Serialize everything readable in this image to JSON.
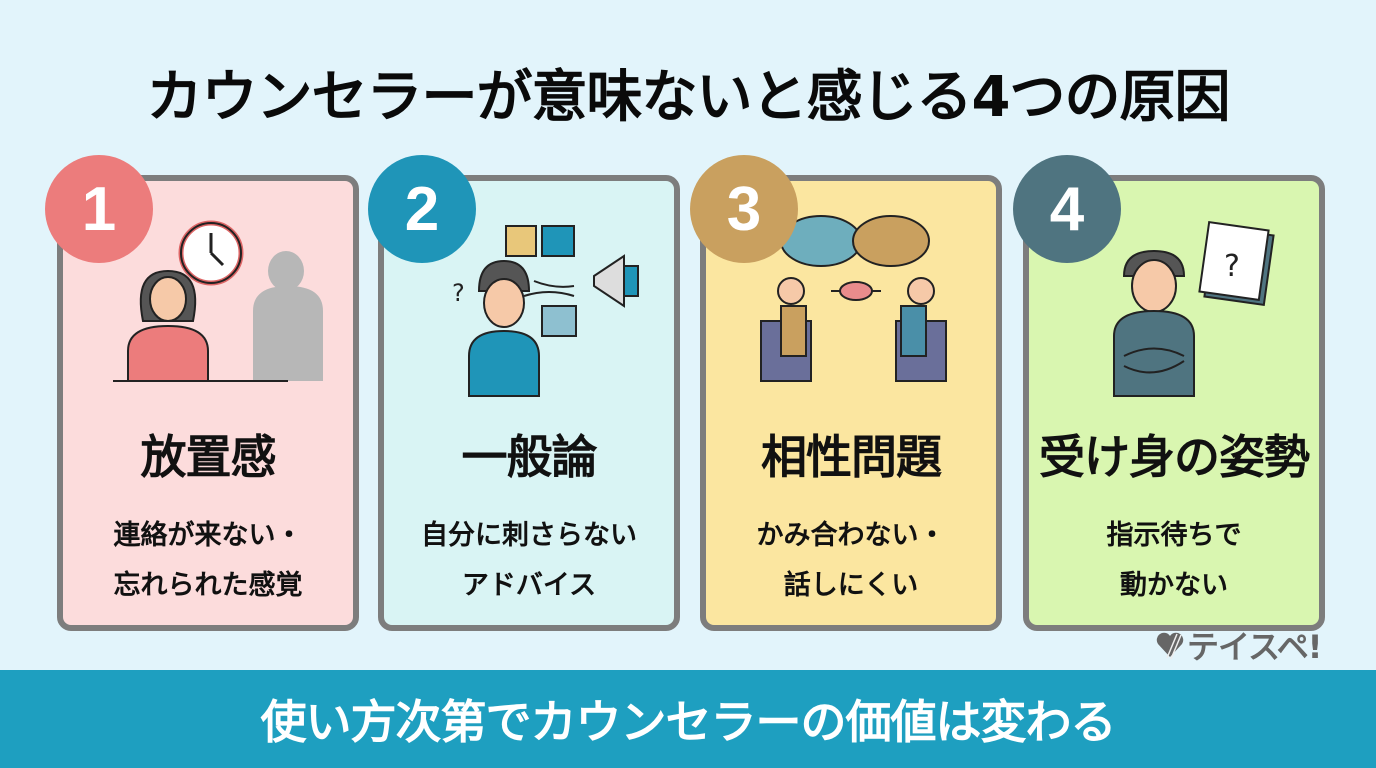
{
  "title": "カウンセラーが意味ないと感じる4つの原因",
  "colors": {
    "background": "#e2f4fb",
    "footer": "#1e9fc0",
    "card_border": "#7d7d7d"
  },
  "cards": [
    {
      "number": "1",
      "badge_color": "#ec7c7c",
      "card_bg": "#fcdcdc",
      "icon": "person-waiting-clock-icon",
      "heading": "放置感",
      "description": "連絡が来ない・\n忘れられた感覚"
    },
    {
      "number": "2",
      "badge_color": "#1f95b8",
      "card_bg": "#d9f4f4",
      "icon": "confused-person-puzzle-megaphone-icon",
      "heading": "一般論",
      "description": "自分に刺さらない\nアドバイス"
    },
    {
      "number": "3",
      "badge_color": "#c9a05f",
      "card_bg": "#fbe6a0",
      "icon": "two-people-broken-speech-icon",
      "heading": "相性問題",
      "description": "かみ合わない・\n話しにくい"
    },
    {
      "number": "4",
      "badge_color": "#4f7480",
      "card_bg": "#d9f6b0",
      "icon": "person-arms-crossed-calendar-icon",
      "heading": "受け身の姿勢",
      "description": "指示待ちで\n動かない"
    }
  ],
  "logo": {
    "text": "テイスペ!",
    "icon": "heart-ladder-icon"
  },
  "footer": {
    "text": "使い方次第でカウンセラーの価値は変わる"
  }
}
